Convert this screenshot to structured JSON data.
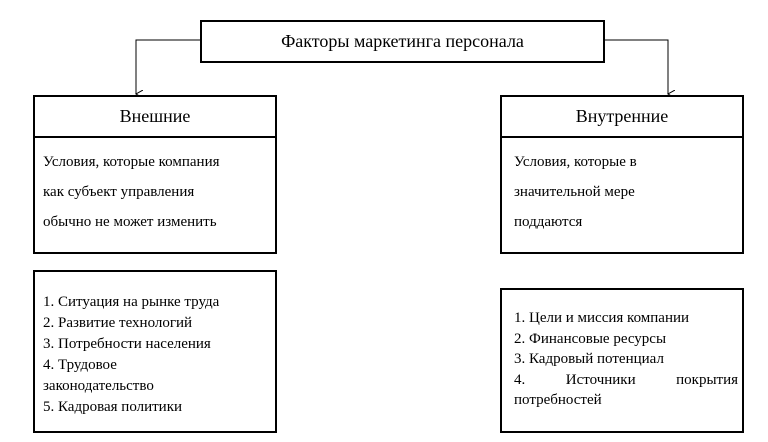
{
  "diagram": {
    "title": "Факторы маркетинга персонала",
    "external": {
      "header": "Внешние",
      "description": [
        "Условия, которые компания",
        "как субъект управления",
        "обычно не может изменить"
      ],
      "items": [
        "1.  Ситуация на рынке труда",
        "2.  Развитие технологий",
        "3.  Потребности населения",
        "4.  Трудовое",
        "законодательство",
        "5.  Кадровая политики"
      ]
    },
    "internal": {
      "header": "Внутренние",
      "description": [
        "Условия, которые в",
        "значительной мере",
        "поддаются"
      ],
      "items": [
        "1.  Цели и миссия компании",
        "2.  Финансовые ресурсы",
        "3.  Кадровый потенциал",
        "4.  Источники      покрытия",
        "потребностей"
      ]
    }
  }
}
